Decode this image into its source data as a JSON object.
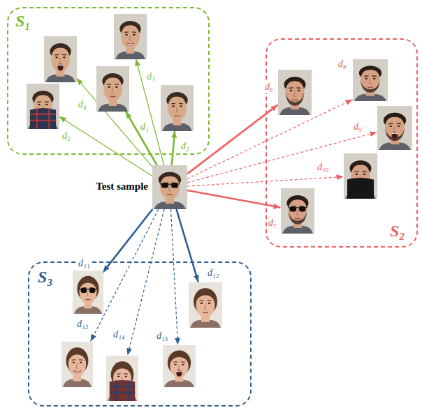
{
  "diagram": {
    "nodes": [
      {
        "text": [
          "S₁"
        ]
      },
      {
        "text": [],
        "in": 0
      },
      {
        "text": [],
        "in": 0
      },
      {
        "text": [],
        "in": 0
      },
      {
        "text": [],
        "in": 0
      },
      {
        "text": [],
        "in": 0
      },
      {
        "text": [
          "Test sample"
        ]
      },
      {
        "text": [
          "S₂"
        ]
      },
      {
        "text": [],
        "in": 7
      },
      {
        "text": [],
        "in": 7
      },
      {
        "text": [],
        "in": 7
      },
      {
        "text": [],
        "in": 7
      },
      {
        "text": [],
        "in": 7
      },
      {
        "text": [
          "S₃"
        ]
      },
      {
        "text": [],
        "in": 13
      },
      {
        "text": [],
        "in": 13
      },
      {
        "text": [],
        "in": 13
      },
      {
        "text": [],
        "in": 13
      },
      {
        "text": [],
        "in": 13
      }
    ],
    "edges": [
      {
        "from": 6,
        "to": 1,
        "arrow": "to",
        "label": "d₁"
      },
      {
        "from": 6,
        "to": 2,
        "arrow": "to",
        "label": "d₂"
      },
      {
        "from": 6,
        "to": 3,
        "arrow": "to",
        "label": "d₃"
      },
      {
        "from": 6,
        "to": 4,
        "arrow": "to",
        "label": "d₄"
      },
      {
        "from": 6,
        "to": 5,
        "arrow": "to",
        "label": "d₅"
      },
      {
        "from": 6,
        "to": 8,
        "arrow": "to",
        "label": "d₆"
      },
      {
        "from": 6,
        "to": 9,
        "arrow": "to",
        "label": "d₇"
      },
      {
        "from": 6,
        "to": 10,
        "arrow": "to",
        "label": "d₈"
      },
      {
        "from": 6,
        "to": 11,
        "arrow": "to",
        "label": "d₉"
      },
      {
        "from": 6,
        "to": 12,
        "arrow": "to",
        "label": "d₁₀"
      },
      {
        "from": 6,
        "to": 14,
        "arrow": "to",
        "label": "d₁₁"
      },
      {
        "from": 6,
        "to": 15,
        "arrow": "to",
        "label": "d₁₂"
      },
      {
        "from": 6,
        "to": 16,
        "arrow": "to",
        "label": "d₁₃"
      },
      {
        "from": 6,
        "to": 17,
        "arrow": "to",
        "label": "d₁₄"
      },
      {
        "from": 6,
        "to": 18,
        "arrow": "to",
        "label": "d₁₅"
      }
    ]
  }
}
